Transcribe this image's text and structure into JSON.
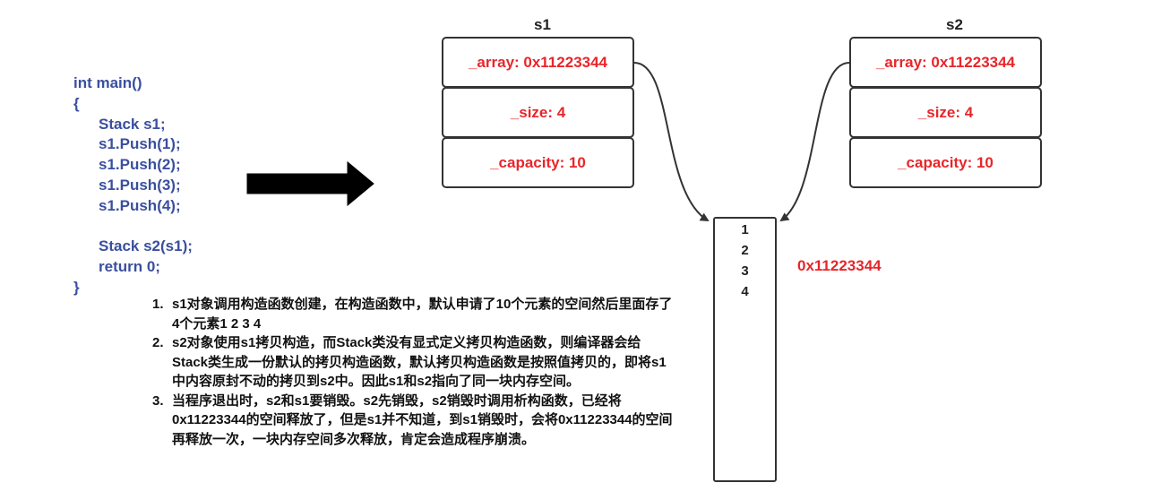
{
  "code": {
    "lines": [
      {
        "text": "int main()",
        "indent": false
      },
      {
        "text": "{",
        "indent": false
      },
      {
        "text": "Stack s1;",
        "indent": true
      },
      {
        "text": "s1.Push(1);",
        "indent": true
      },
      {
        "text": "s1.Push(2);",
        "indent": true
      },
      {
        "text": "s1.Push(3);",
        "indent": true
      },
      {
        "text": "s1.Push(4);",
        "indent": true
      },
      {
        "text": "",
        "indent": true
      },
      {
        "text": "Stack s2(s1);",
        "indent": true
      },
      {
        "text": "return 0;",
        "indent": true
      },
      {
        "text": "}",
        "indent": false
      }
    ]
  },
  "s1": {
    "label": "s1",
    "array": "_array: 0x11223344",
    "size": "_size: 4",
    "capacity": "_capacity: 10"
  },
  "s2": {
    "label": "s2",
    "array": "_array: 0x11223344",
    "size": "_size: 4",
    "capacity": "_capacity: 10"
  },
  "memory": {
    "values": [
      "1",
      "2",
      "3",
      "4"
    ],
    "address": "0x11223344"
  },
  "notes": [
    {
      "num": "1.",
      "text": "s1对象调用构造函数创建，在构造函数中，默认申请了10个元素的空间然后里面存了4个元素1  2  3   4"
    },
    {
      "num": "2.",
      "text": "s2对象使用s1拷贝构造，而Stack类没有显式定义拷贝构造函数，则编译器会给Stack类生成一份默认的拷贝构造函数，默认拷贝构造函数是按照值拷贝的，即将s1中内容原封不动的拷贝到s2中。因此s1和s2指向了同一块内存空间。"
    },
    {
      "num": "3.",
      "text": "当程序退出时，s2和s1要销毁。s2先销毁，s2销毁时调用析构函数，已经将0x11223344的空间释放了，但是s1并不知道，到s1销毁时，会将0x11223344的空间再释放一次，一块内存空间多次释放，肯定会造成程序崩溃。"
    }
  ],
  "colors": {
    "code": "#3a4f9e",
    "field": "#e8262a",
    "border": "#333333"
  }
}
